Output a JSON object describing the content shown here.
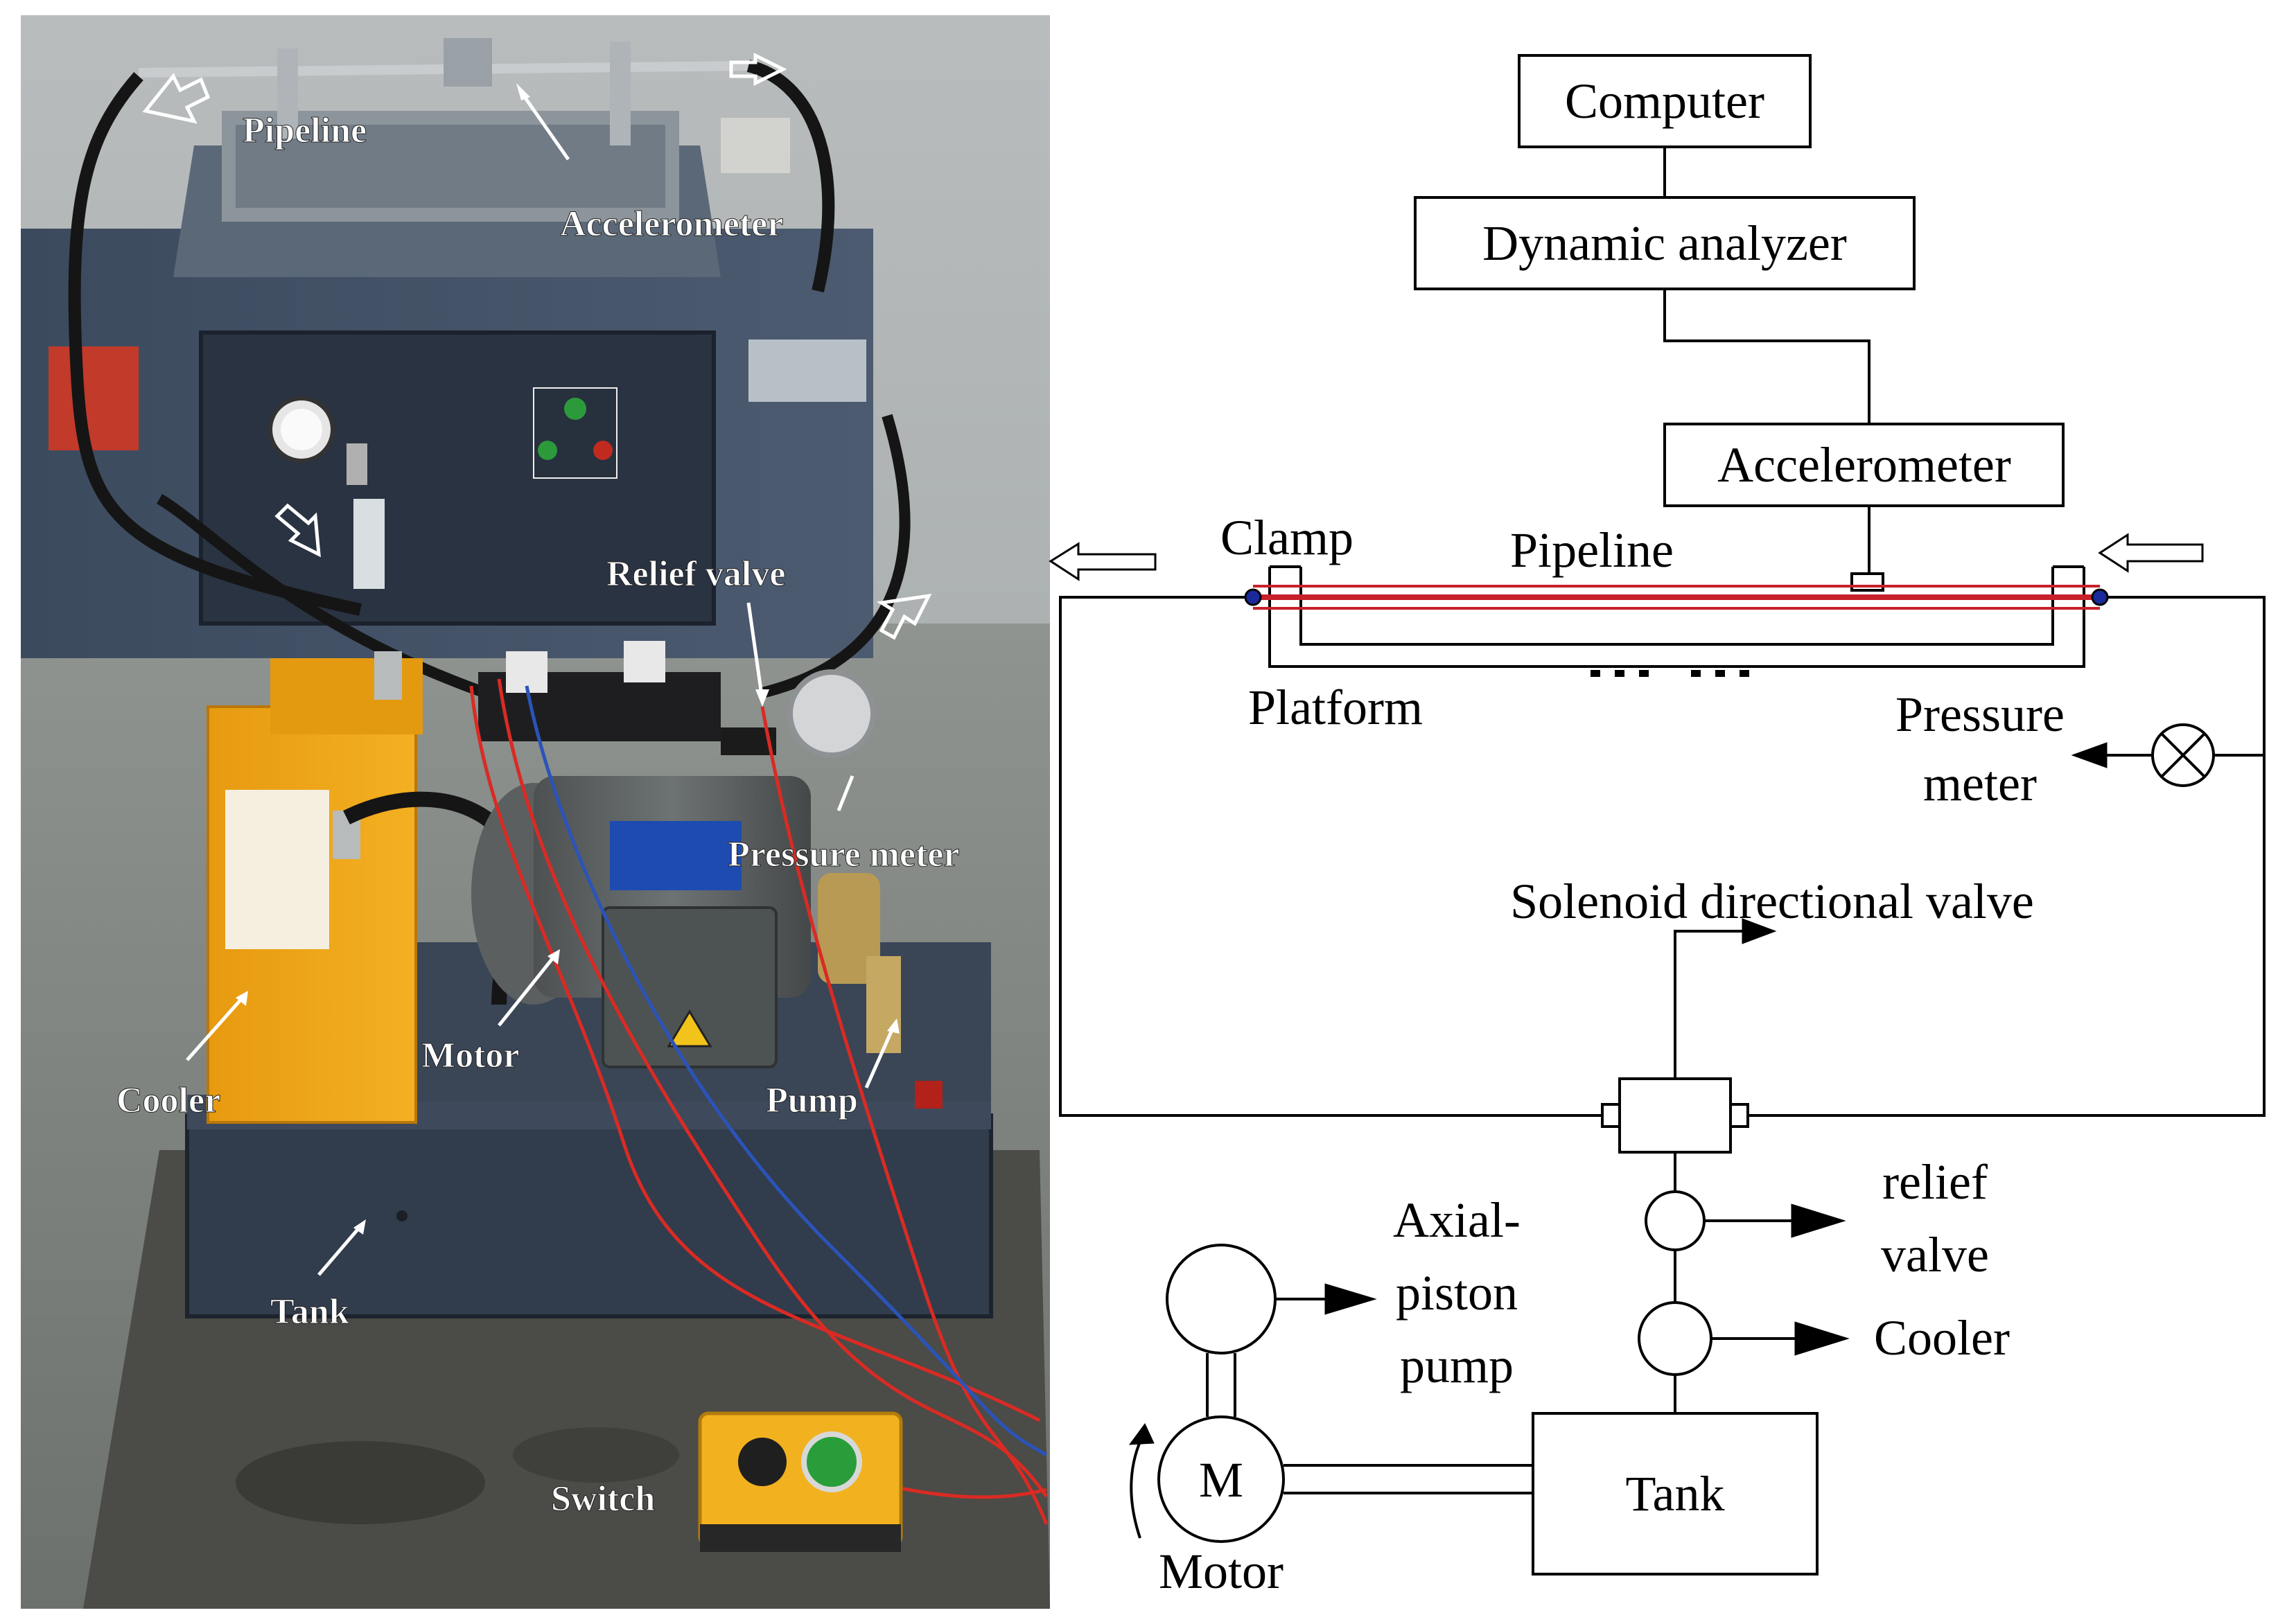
{
  "photo_labels": {
    "pipeline": "Pipeline",
    "accelerometer": "Accelerometer",
    "relief_valve": "Relief valve",
    "pressure_meter": "Pressure meter",
    "motor": "Motor",
    "cooler": "Cooler",
    "pump": "Pump",
    "tank": "Tank",
    "switch": "Switch"
  },
  "diagram": {
    "computer": "Computer",
    "dynamic_analyzer": "Dynamic analyzer",
    "accelerometer": "Accelerometer",
    "clamp": "Clamp",
    "pipeline": "Pipeline",
    "platform": "Platform",
    "pressure_meter_1": "Pressure",
    "pressure_meter_2": "meter",
    "solenoid_valve": "Solenoid directional valve",
    "relief_valve_1": "relief",
    "relief_valve_2": "valve",
    "cooler": "Cooler",
    "axial_piston_1": "Axial-",
    "axial_piston_2": "piston",
    "axial_piston_3": "pump",
    "motor_symbol": "M",
    "motor": "Motor",
    "tank": "Tank"
  },
  "colors": {
    "pipeline_red": "#c8202a",
    "photo_background": "#8a8f8c"
  }
}
